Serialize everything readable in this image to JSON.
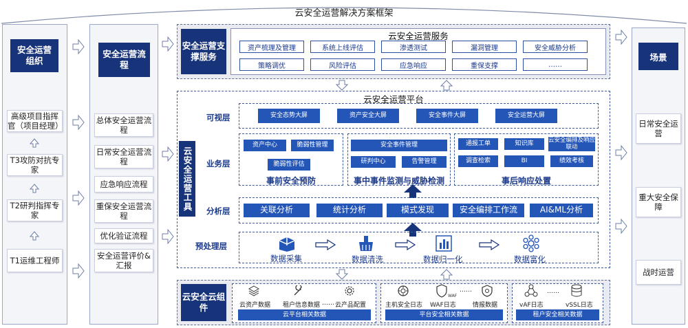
{
  "title": "云安全运营解决方案框架",
  "org": {
    "header": "安全运营组织",
    "roles": [
      "高级项目指挥官（项目经理）",
      "T3攻防对抗专家",
      "T2研判指挥专家",
      "T1运维工程师"
    ]
  },
  "process": {
    "header": "安全运营流程",
    "items": [
      "总体安全运营流程",
      "日常安全运营流程",
      "应急响应流程",
      "重保安全运营流程",
      "优化验证流程",
      "安全运营评价&汇报"
    ]
  },
  "services": {
    "label": "安全运营支撑服务",
    "title": "云安全运营服务",
    "row1": [
      "资产梳理及管理",
      "系统上线评估",
      "渗透测试",
      "漏洞管理",
      "安全威胁分析"
    ],
    "row2": [
      "策略调优",
      "风险评估",
      "应急响应",
      "重保支撑",
      "……"
    ]
  },
  "platform": {
    "title": "云安全运营平台",
    "tools_label": "云安全运营工具",
    "visual": {
      "label": "可视层",
      "items": [
        "安全态势大屏",
        "资产安全大屏",
        "安全事件大屏",
        "安全运营大屏"
      ]
    },
    "business": {
      "label": "业务层",
      "pre": {
        "title": "事前安全预防",
        "items": [
          "资产中心",
          "脆弱性管理",
          "脆弱性评估"
        ]
      },
      "mid": {
        "title": "事中事件监测与威胁检测",
        "items": [
          "安全事件管理",
          "研判中心",
          "告警管理"
        ]
      },
      "post": {
        "title": "事后响应处置",
        "items": [
          "通报工单",
          "知识库",
          "云安全编排及响应联动",
          "调查检索",
          "BI",
          "绩效考核"
        ]
      }
    },
    "analysis": {
      "label": "分析层",
      "items": [
        "关联分析",
        "统计分析",
        "模式发现",
        "安全编排工作流",
        "AI&ML分析"
      ]
    },
    "preprocess": {
      "label": "预处理层",
      "items": [
        "数据采集",
        "数据清洗",
        "数据归一化",
        "数据富化"
      ]
    }
  },
  "components": {
    "label": "云安全云组件",
    "cloud": {
      "items": [
        "云资产数据",
        "租户信息数据",
        "云产品配置"
      ],
      "footer": "云平台相关数据",
      "ellipsis": "……"
    },
    "platform": {
      "items": [
        "主机安全日志",
        "WAF日志",
        "情报数据"
      ],
      "footer": "平台安全相关数据",
      "ellipsis": "……",
      "waf_badge": "WAF"
    },
    "tenant": {
      "items": [
        "vAF日志",
        "vSSL日志"
      ],
      "footer": "租户安全相关数据",
      "ellipsis": "……"
    }
  },
  "scenes": {
    "header": "场景",
    "items": [
      "日常安全运营",
      "重大安全保障",
      "战时运营"
    ]
  }
}
